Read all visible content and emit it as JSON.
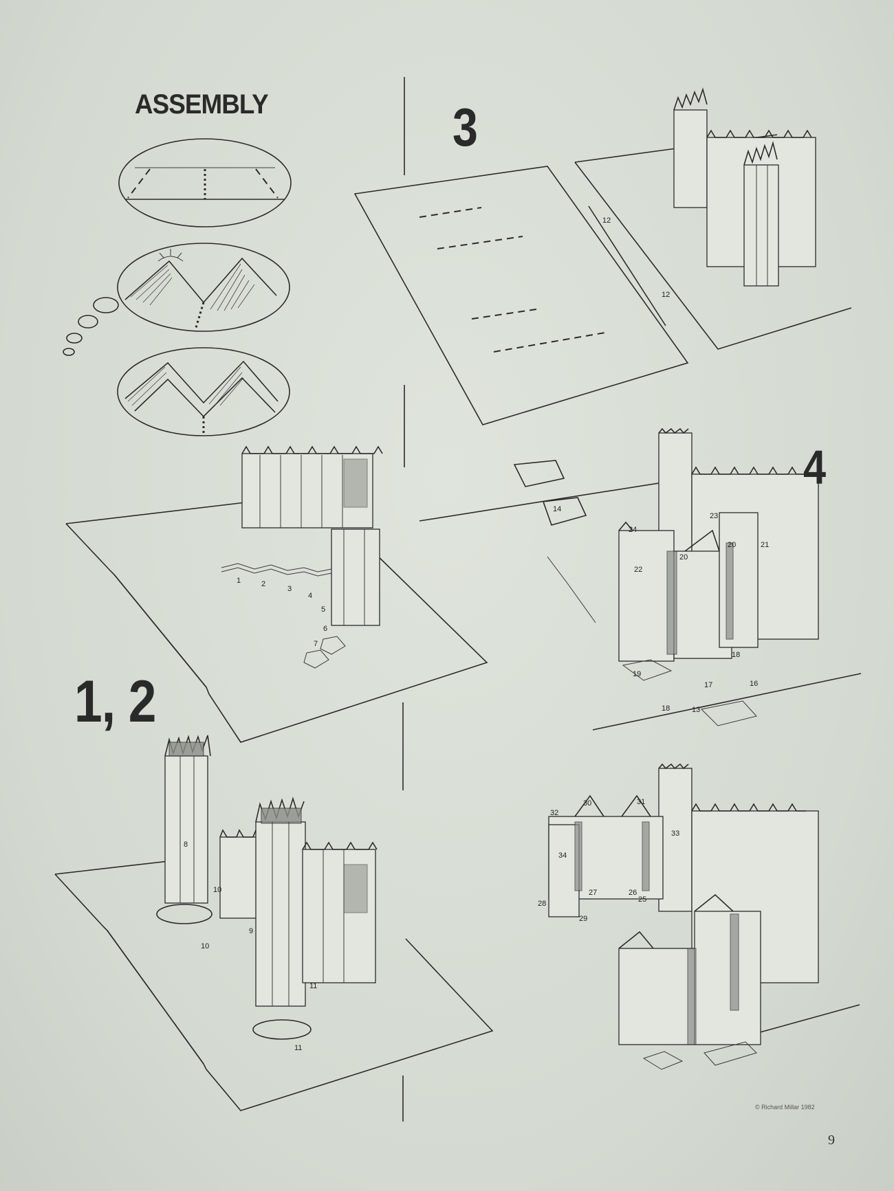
{
  "headings": {
    "assembly": "ASSEMBLY",
    "step_3": "3",
    "step_4": "4",
    "step_1_2": "1, 2"
  },
  "part_labels": {
    "step_1": [
      "1",
      "2",
      "3",
      "4",
      "5",
      "6",
      "7"
    ],
    "step_2": [
      "8",
      "9",
      "10",
      "10",
      "11",
      "11"
    ],
    "step_3": [
      "12",
      "12"
    ],
    "step_4": [
      "13",
      "14",
      "16",
      "17",
      "18",
      "18",
      "19",
      "20",
      "20",
      "21",
      "22",
      "23",
      "24"
    ],
    "step_5": [
      "25",
      "26",
      "27",
      "28",
      "29",
      "30",
      "31",
      "32",
      "33",
      "34"
    ]
  },
  "footer": {
    "copyright": "© Richard Millar 1982",
    "page_number": "9"
  }
}
